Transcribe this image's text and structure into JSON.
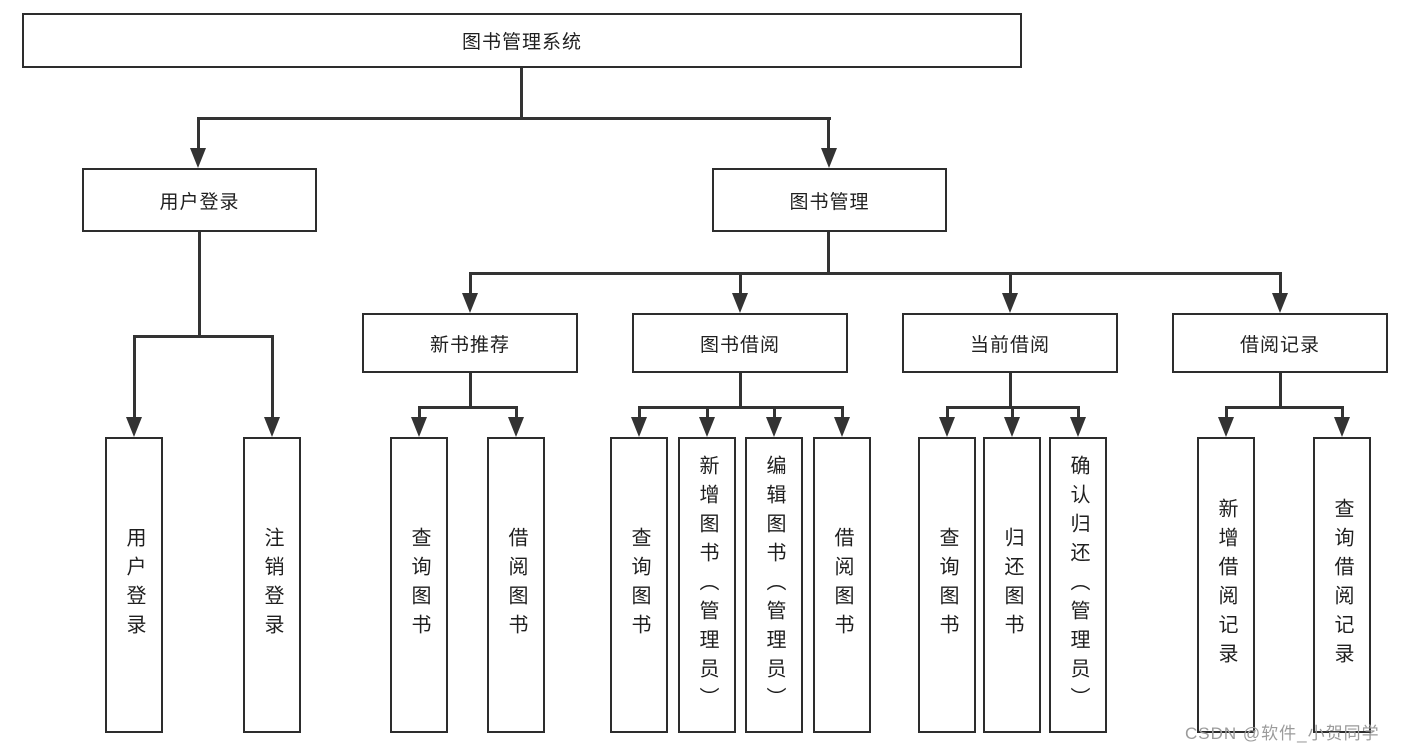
{
  "tree": {
    "root": "图书管理系统",
    "branches": [
      {
        "label": "用户登录",
        "children": [
          "用户登录",
          "注销登录"
        ]
      },
      {
        "label": "图书管理",
        "sections": [
          {
            "label": "新书推荐",
            "children": [
              "查询图书",
              "借阅图书"
            ]
          },
          {
            "label": "图书借阅",
            "children": [
              "查询图书",
              "新增图书（管理员）",
              "编辑图书（管理员）",
              "借阅图书"
            ]
          },
          {
            "label": "当前借阅",
            "children": [
              "查询图书",
              "归还图书",
              "确认归还（管理员）"
            ]
          },
          {
            "label": "借阅记录",
            "children": [
              "新增借阅记录",
              "查询借阅记录"
            ]
          }
        ]
      }
    ]
  },
  "watermark": {
    "text": "CSDN @软件_小贺同学"
  },
  "colors": {
    "line": "#333333",
    "border": "#2d2d2d",
    "text": "#1f1f1f",
    "watermark": "#9b9b9b",
    "background": "#ffffff"
  }
}
